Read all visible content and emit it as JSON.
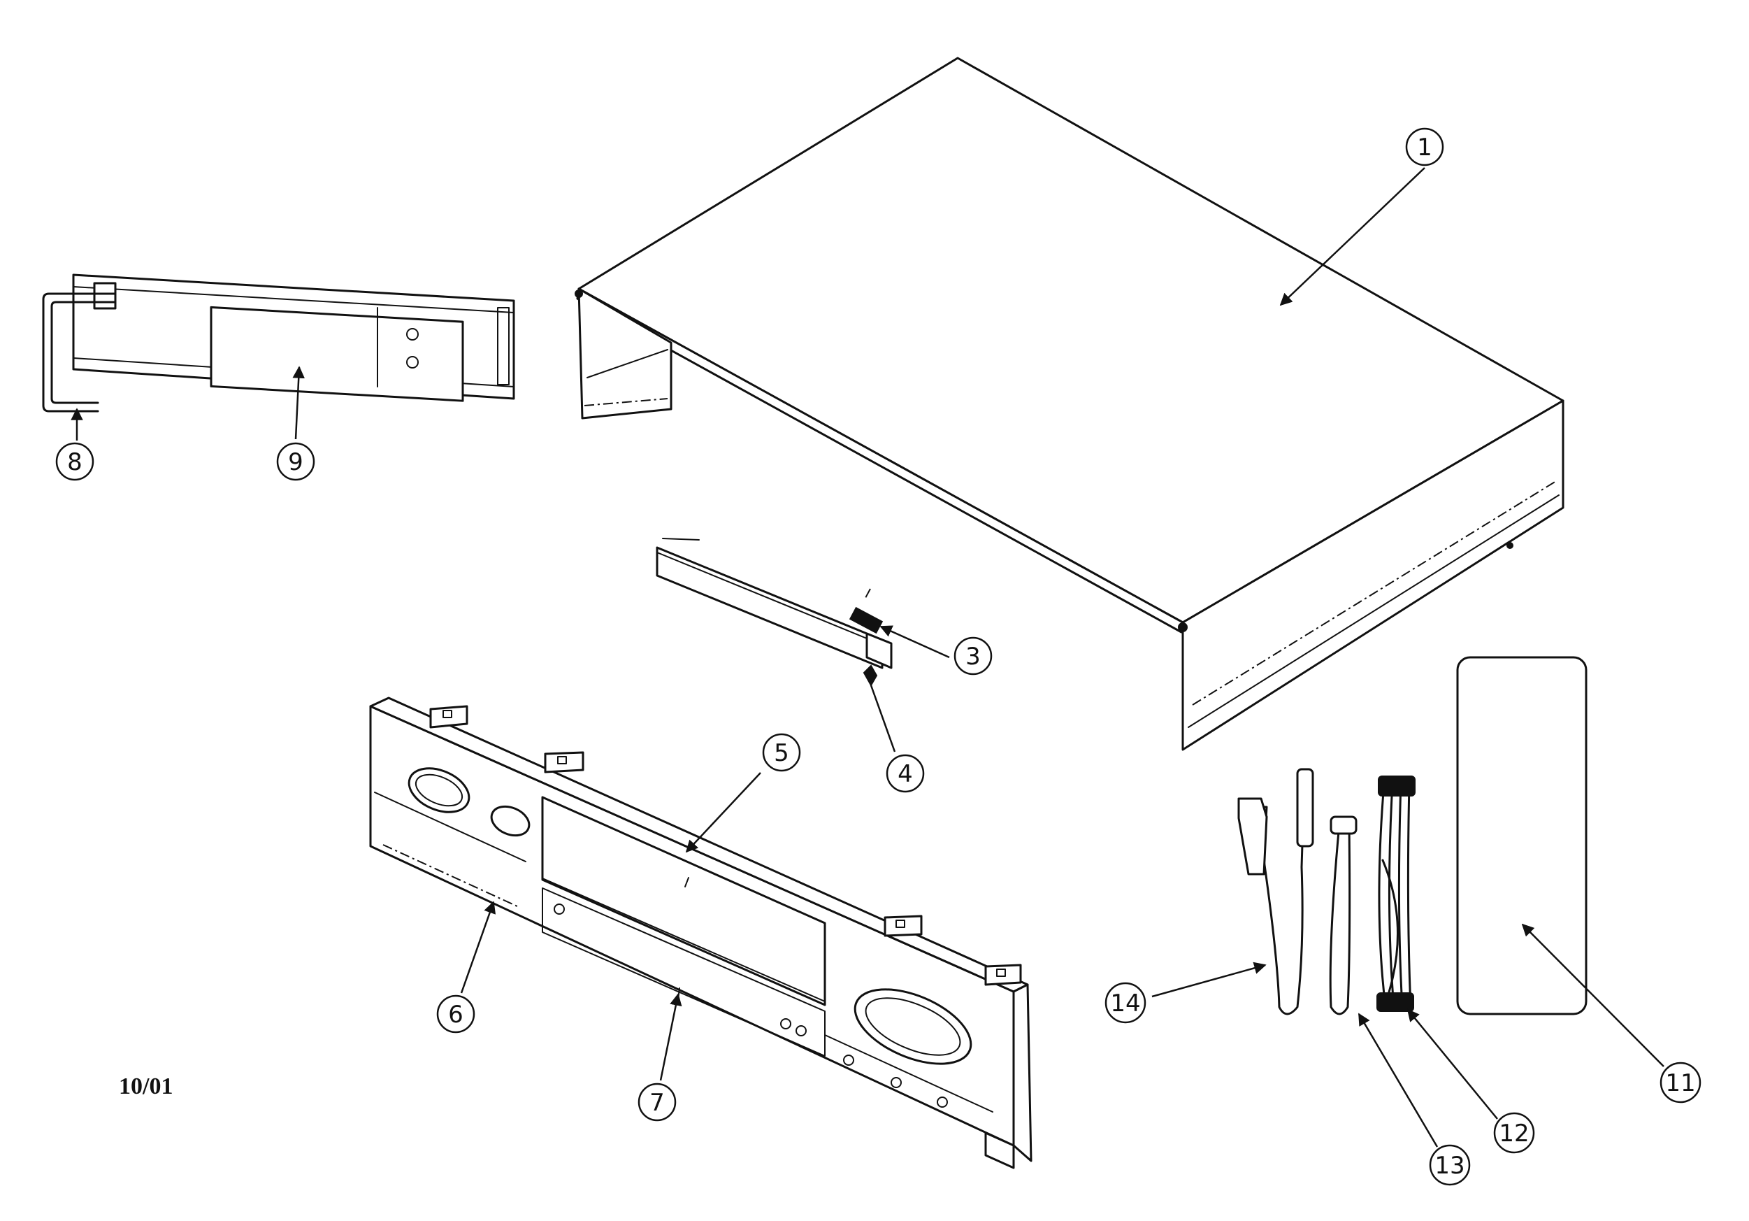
{
  "callouts": {
    "c1": "1",
    "c3": "3",
    "c4": "4",
    "c5": "5",
    "c6": "6",
    "c7": "7",
    "c8": "8",
    "c9": "9",
    "c11": "11",
    "c12": "12",
    "c13": "13",
    "c14": "14"
  },
  "date_code": "10/01"
}
